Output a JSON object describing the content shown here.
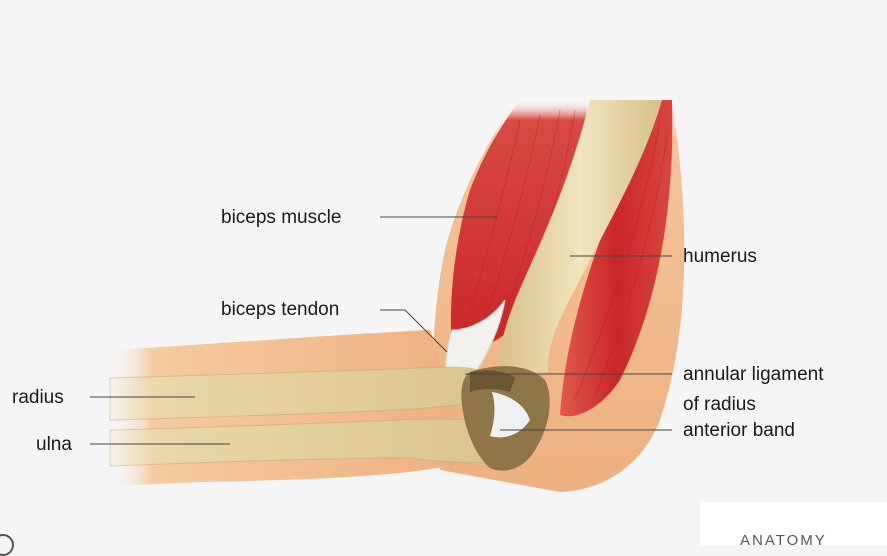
{
  "labels": {
    "biceps_muscle": "biceps muscle",
    "humerus": "humerus",
    "biceps_tendon": "biceps tendon",
    "annular_ligament_line1": "annular ligament",
    "annular_ligament_line2": "of radius",
    "radius": "radius",
    "anterior_band": "anterior band",
    "ulna": "ulna"
  },
  "watermark": "ANATOMY",
  "colors": {
    "background": "#f5f5f5",
    "skin": "#eeb98c",
    "bone": "#e6d4a4",
    "bone_shadow": "#8b7548",
    "muscle": "#cf2d2d",
    "tendon": "#eef0f2",
    "leader_line": "#444444"
  }
}
